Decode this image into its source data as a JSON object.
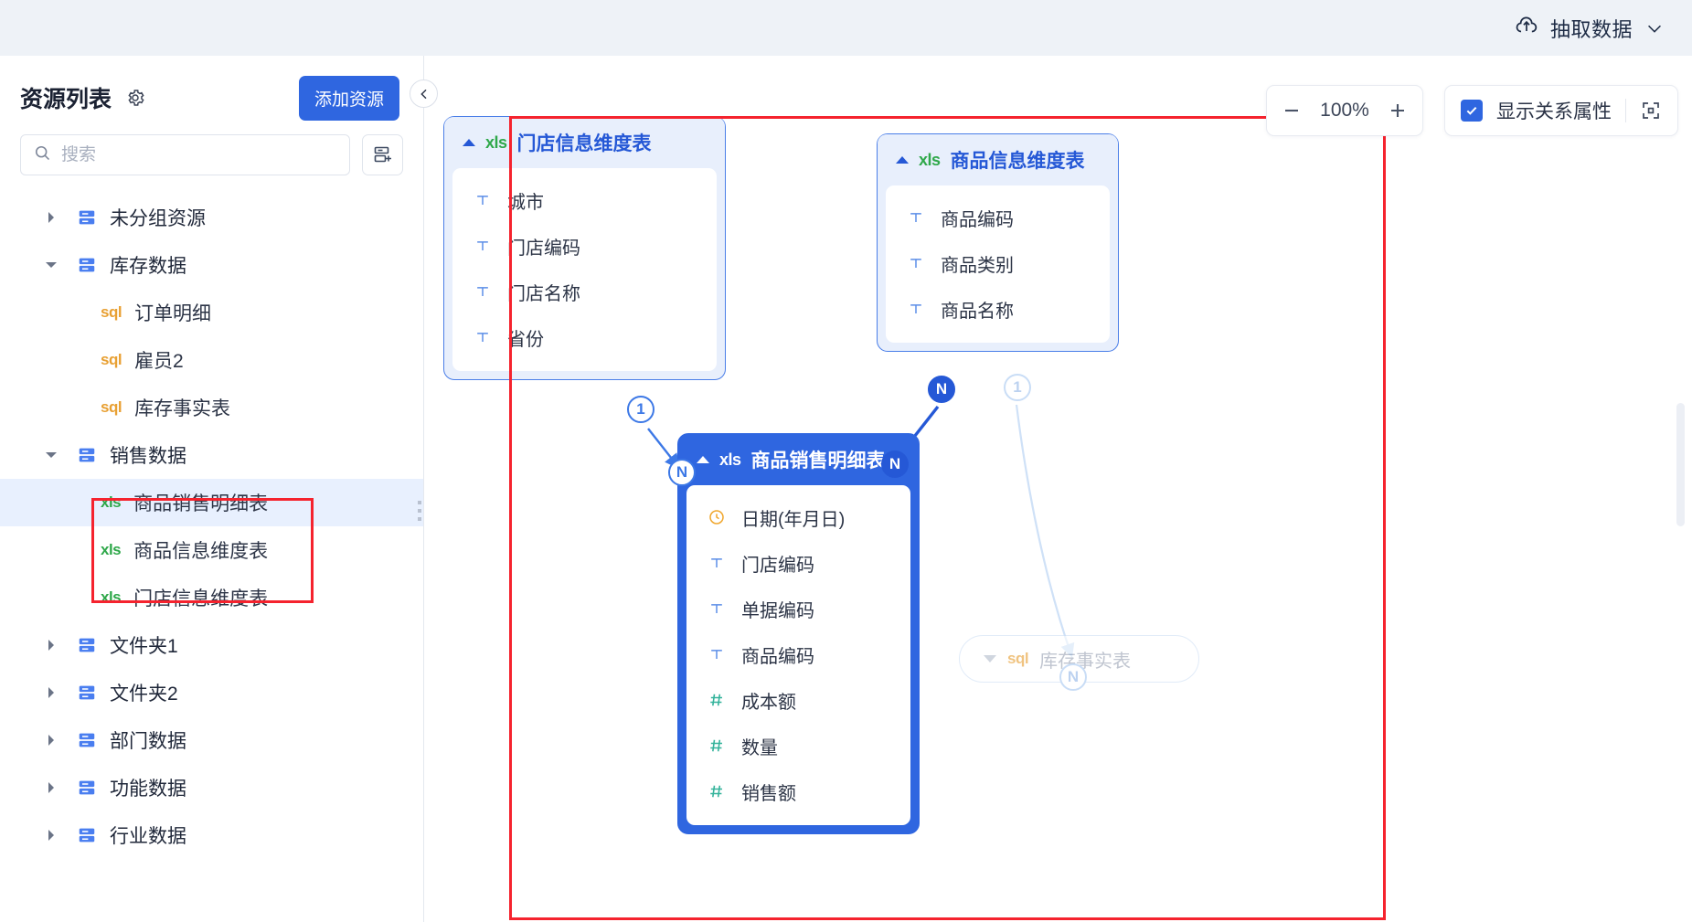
{
  "header": {
    "extract_label": "抽取数据",
    "cloud_upload_icon": "cloud-upload-icon",
    "chevron_icon": "chevron-down-icon"
  },
  "sidebar": {
    "title": "资源列表",
    "gear_icon": "gear-icon",
    "add_resource_label": "添加资源",
    "search": {
      "placeholder": "搜索",
      "value": "",
      "icon": "search-icon"
    },
    "add_group_icon": "add-group-icon",
    "collapse_icon": "chevron-left-icon",
    "tree": [
      {
        "label": "未分组资源",
        "type": "group",
        "expanded": false,
        "depth": 0
      },
      {
        "label": "库存数据",
        "type": "group",
        "expanded": true,
        "depth": 0
      },
      {
        "label": "订单明细",
        "type": "sql",
        "tag": "sql",
        "depth": 1
      },
      {
        "label": "雇员2",
        "type": "sql",
        "tag": "sql",
        "depth": 1
      },
      {
        "label": "库存事实表",
        "type": "sql",
        "tag": "sql",
        "depth": 1
      },
      {
        "label": "销售数据",
        "type": "group",
        "expanded": true,
        "depth": 0
      },
      {
        "label": "商品销售明细表",
        "type": "xls",
        "tag": "xls",
        "depth": 1,
        "selected": true
      },
      {
        "label": "商品信息维度表",
        "type": "xls",
        "tag": "xls",
        "depth": 1
      },
      {
        "label": "门店信息维度表",
        "type": "xls",
        "tag": "xls",
        "depth": 1
      },
      {
        "label": "文件夹1",
        "type": "group",
        "expanded": false,
        "depth": 0
      },
      {
        "label": "文件夹2",
        "type": "group",
        "expanded": false,
        "depth": 0
      },
      {
        "label": "部门数据",
        "type": "group",
        "expanded": false,
        "depth": 0
      },
      {
        "label": "功能数据",
        "type": "group",
        "expanded": false,
        "depth": 0
      },
      {
        "label": "行业数据",
        "type": "group",
        "expanded": false,
        "depth": 0
      }
    ]
  },
  "toolbar": {
    "zoom_out_icon": "minus-icon",
    "zoom_value": "100%",
    "zoom_in_icon": "plus-icon",
    "show_relation_label": "显示关系属性",
    "show_relation_checked": true,
    "fullscreen_icon": "fullscreen-icon"
  },
  "canvas": {
    "cards": [
      {
        "id": "store-dim",
        "title": "门店信息维度表",
        "tag": "xls",
        "style": "light",
        "collapsed": false,
        "toggle_icon": "triangle-up-icon",
        "fields": [
          {
            "name": "城市",
            "type": "text"
          },
          {
            "name": "门店编码",
            "type": "text"
          },
          {
            "name": "门店名称",
            "type": "text"
          },
          {
            "name": "省份",
            "type": "text"
          }
        ]
      },
      {
        "id": "product-dim",
        "title": "商品信息维度表",
        "tag": "xls",
        "style": "light",
        "collapsed": false,
        "toggle_icon": "triangle-up-icon",
        "fields": [
          {
            "name": "商品编码",
            "type": "text"
          },
          {
            "name": "商品类别",
            "type": "text"
          },
          {
            "name": "商品名称",
            "type": "text"
          }
        ]
      },
      {
        "id": "sales-fact",
        "title": "商品销售明细表",
        "tag": "xls",
        "style": "primary",
        "collapsed": false,
        "toggle_icon": "triangle-up-icon",
        "fields": [
          {
            "name": "日期(年月日)",
            "type": "date"
          },
          {
            "name": "门店编码",
            "type": "text"
          },
          {
            "name": "单据编码",
            "type": "text"
          },
          {
            "name": "商品编码",
            "type": "text"
          },
          {
            "name": "成本额",
            "type": "number"
          },
          {
            "name": "数量",
            "type": "number"
          },
          {
            "name": "销售额",
            "type": "number"
          }
        ]
      },
      {
        "id": "stock-fact",
        "title": "库存事实表",
        "tag": "sql",
        "style": "ghost",
        "collapsed": true,
        "toggle_icon": "triangle-down-icon",
        "fields": []
      }
    ],
    "relations": [
      {
        "from": "store-dim",
        "to": "sales-fact",
        "from_card": "1",
        "to_card": "N",
        "state": "normal"
      },
      {
        "from": "product-dim",
        "to": "sales-fact",
        "from_card": "N",
        "to_card": "N",
        "state": "active"
      },
      {
        "from": "product-dim",
        "to": "stock-fact",
        "from_card": "1",
        "to_card": "N",
        "state": "faded"
      }
    ]
  },
  "colors": {
    "accent": "#2f66e0",
    "card_light_bg": "#e8effc",
    "card_light_border": "#4a7ee8",
    "annotation_red": "#f5232e",
    "xls_green": "#2fa84a",
    "sql_orange": "#e8a033",
    "number_teal": "#34b39b",
    "date_orange": "#f0a62c",
    "text_blue": "#5b8de8"
  }
}
